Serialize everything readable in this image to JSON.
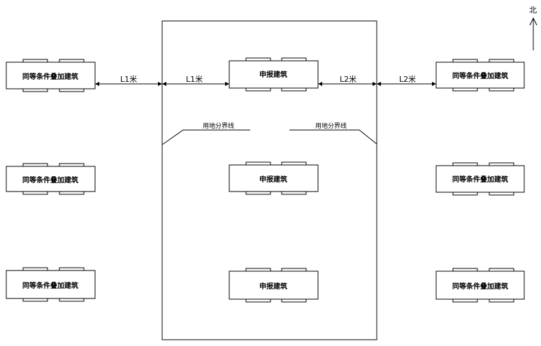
{
  "north_label": "北",
  "plot_boundary_label_left": "用地分界线",
  "plot_boundary_label_right": "用地分界线",
  "dimensions": {
    "left_outer": "L1米",
    "left_inner": "L1米",
    "right_inner": "L2米",
    "right_outer": "L2米"
  },
  "buildings": {
    "left": [
      "同等条件叠加建筑",
      "同等条件叠加建筑",
      "同等条件叠加建筑"
    ],
    "center": [
      "申报建筑",
      "申报建筑",
      "申报建筑"
    ],
    "right": [
      "同等条件叠加建筑",
      "同等条件叠加建筑",
      "同等条件叠加建筑"
    ]
  }
}
